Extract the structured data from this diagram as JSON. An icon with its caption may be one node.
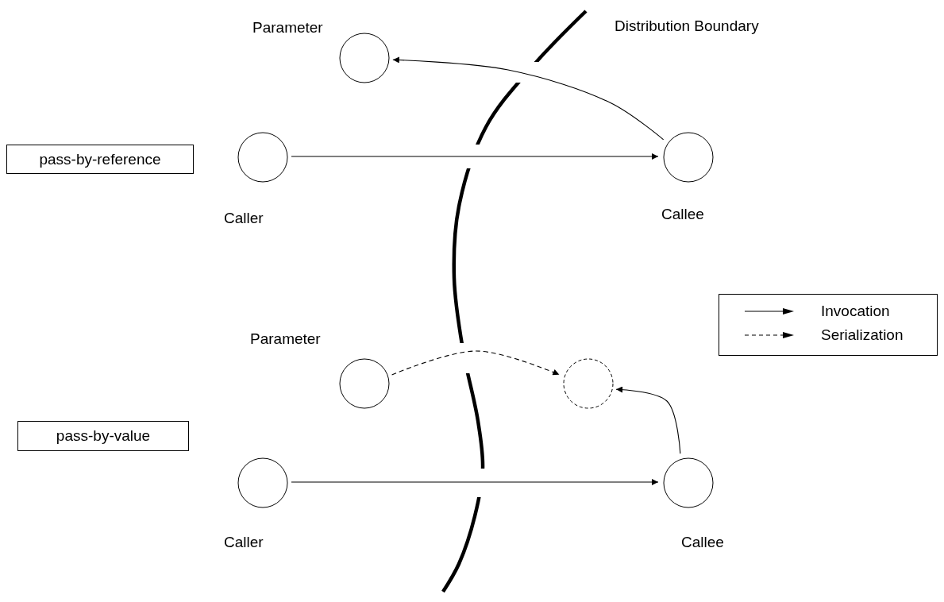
{
  "diagram": {
    "nodes": [
      {
        "text": [
          "pass-by-reference"
        ]
      },
      {
        "text": [],
        "shape": "circle",
        "beside": [
          "Parameter"
        ]
      },
      {
        "text": [],
        "shape": "circle",
        "beside": [
          "Caller"
        ]
      },
      {
        "text": [],
        "shape": "circle",
        "beside": [
          "Callee"
        ]
      },
      {
        "text": [
          "pass-by-value"
        ]
      },
      {
        "text": [],
        "shape": "circle",
        "beside": [
          "Parameter"
        ]
      },
      {
        "text": [],
        "shape": "circle"
      },
      {
        "text": [],
        "shape": "circle",
        "beside": [
          "Caller"
        ]
      },
      {
        "text": [],
        "shape": "circle",
        "beside": [
          "Callee"
        ]
      }
    ],
    "edges": [
      {
        "from": 2,
        "to": 3,
        "arrow": "to"
      },
      {
        "from": 3,
        "to": 1,
        "arrow": "to"
      },
      {
        "from": 5,
        "to": 6,
        "arrow": "to",
        "style": "dashed"
      },
      {
        "from": 8,
        "to": 6,
        "arrow": "to"
      },
      {
        "from": 7,
        "to": 8,
        "arrow": "to"
      }
    ],
    "labels": [
      "Distribution Boundary"
    ],
    "legend": [
      {
        "text": "Invocation"
      },
      {
        "text": "Serialization"
      }
    ]
  }
}
